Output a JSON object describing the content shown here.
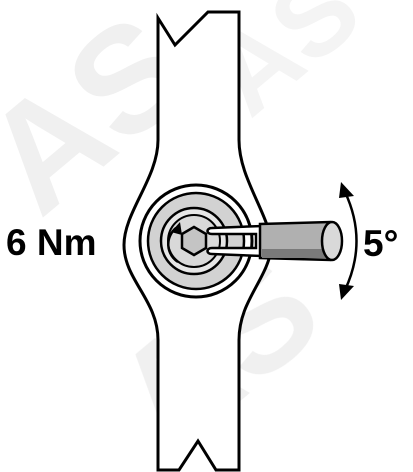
{
  "labels": {
    "torque": "6 Nm",
    "angle": "5°"
  },
  "colors": {
    "outline": "#000000",
    "background": "#ffffff",
    "tool_shaft": "#b0b0b0",
    "tool_shaft_shadow": "#7a7a7a",
    "tool_end": "#d9d9d9",
    "bearing_face": "#d2d2d2",
    "hub_face": "#e6e6e6",
    "bolt_head": "#c4c4c4",
    "watermark": "#efefef"
  },
  "watermark_text": "AS",
  "icons": {
    "rotation": "curved-double-arrow-icon",
    "torque_direction": "rotation-arrow-icon",
    "hex_bolt": "hex-bolt-icon"
  }
}
